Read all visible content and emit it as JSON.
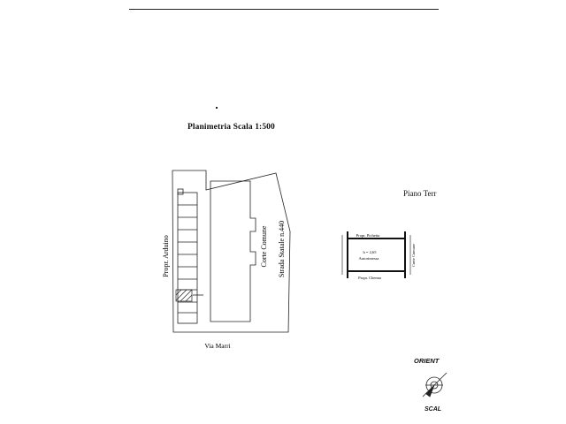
{
  "plan": {
    "title": "Planimetria Scala 1:500",
    "owner_left": "Propr. Arduino",
    "courtyard": "Corte Comune",
    "road_right": "Strada Statale n.440",
    "street_bottom": "Via Marri"
  },
  "floor": {
    "label": "Piano Terr",
    "owner_top": "Propr. Pichetta",
    "room_height": "h = 2,65",
    "room_label": "Autorimessa",
    "owner_bottom": "Propr. Chenna",
    "courtyard_side": "Corte Comune"
  },
  "compass": {
    "label": "ORIENT",
    "scale_label": "SCAL"
  }
}
